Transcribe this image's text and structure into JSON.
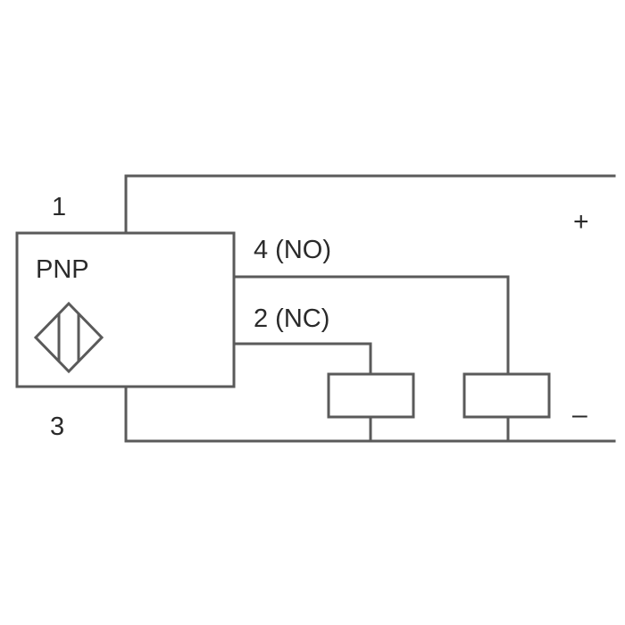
{
  "diagram": {
    "pin_1": "1",
    "pin_3": "3",
    "sensor_type": "PNP",
    "output_no": "4 (NO)",
    "output_nc": "2 (NC)",
    "supply_positive": "+",
    "supply_negative": "–"
  },
  "colors": {
    "line": "#5a5a5a",
    "text": "#2a2a2a",
    "background": "#ffffff"
  },
  "icons": {
    "sensor_symbol": "inductive-proximity-symbol",
    "load": "load-rectangle"
  }
}
